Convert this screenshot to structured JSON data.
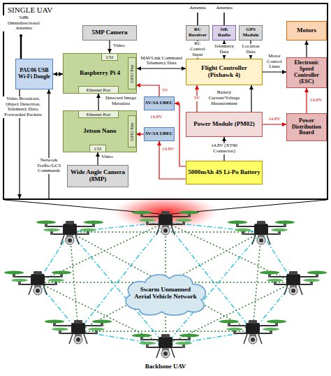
{
  "diagram": {
    "nodes": [
      {
        "text": [
          "SINGLE UAV"
        ]
      },
      {
        "text": [
          "5MP Camera"
        ],
        "in": 0
      },
      {
        "text": [
          "PAU06 USB Wi-Fi Dongle"
        ],
        "in": 0
      },
      {
        "text": [
          "Raspberry Pi 4"
        ],
        "in": 0
      },
      {
        "text": [
          "CSI"
        ],
        "in": 3
      },
      {
        "text": [
          "Ethernet Port"
        ],
        "in": 3
      },
      {
        "text": [
          "GPIO Pins"
        ],
        "in": 3
      },
      {
        "text": [
          "Jetson Nano"
        ],
        "in": 0
      },
      {
        "text": [
          "Ethernet Port"
        ],
        "in": 7
      },
      {
        "text": [
          "CSI"
        ],
        "in": 7
      },
      {
        "text": [
          "GPIO Pins"
        ],
        "in": 7
      },
      {
        "text": [
          "Wide Angle Camera (8MP)"
        ],
        "in": 0
      },
      {
        "text": [
          "5V/3A UBEC"
        ],
        "in": 0
      },
      {
        "text": [
          "5V/3A UBEC"
        ],
        "in": 0
      },
      {
        "text": [
          "RC Receiver"
        ],
        "in": 0
      },
      {
        "text": [
          "SiK Radio"
        ],
        "in": 0
      },
      {
        "text": [
          "GPS Module"
        ],
        "in": 0
      },
      {
        "text": [
          "Flight Controller (Pixhawk 4)"
        ],
        "in": 0
      },
      {
        "text": [
          "Motors"
        ],
        "in": 0
      },
      {
        "text": [
          "Electronic Speed Controller (ESC)"
        ],
        "in": 0
      },
      {
        "text": [
          "Power Distribution Board"
        ],
        "in": 0
      },
      {
        "text": [
          "Power Module (PM02)"
        ],
        "in": 0
      },
      {
        "text": [
          "5000mAh 4S Li-Po Battery"
        ],
        "in": 0
      },
      {
        "text": [
          "Swarm Unmanned Aerial Vehicle Network"
        ]
      }
    ],
    "edges": [
      {
        "from": 1,
        "to": 4,
        "label": "Video",
        "arrow": "to"
      },
      {
        "from": 11,
        "to": 9,
        "label": "Video",
        "arrow": "to"
      },
      {
        "from": 8,
        "to": 5,
        "label": "Detected Image Metadata",
        "arrow": "to"
      },
      {
        "from": 2,
        "to": 3,
        "arrow": "both"
      },
      {
        "from": 3,
        "to": 17,
        "label": "MAVLink Command Telemetry Data",
        "arrow": "both"
      },
      {
        "from": 14,
        "to": 17,
        "label": "RC Control Input",
        "arrow": "to"
      },
      {
        "from": 15,
        "to": 17,
        "label": "Telemetry Data",
        "arrow": "both"
      },
      {
        "from": 16,
        "to": 17,
        "label": "Location Data",
        "arrow": "to"
      },
      {
        "from": 17,
        "to": 19,
        "label": "Motor Control Lines",
        "arrow": "to"
      },
      {
        "from": 19,
        "to": 18,
        "arrow": "to"
      },
      {
        "from": 20,
        "to": 19,
        "label": "14.8V",
        "arrow": "to"
      },
      {
        "from": 21,
        "to": 20,
        "label": "14.8V",
        "arrow": "to"
      },
      {
        "from": 21,
        "to": 17,
        "label": "5V",
        "arrow": "to"
      },
      {
        "from": 21,
        "to": 17,
        "label": "Battery Current/Voltage Measurement",
        "arrow": "to"
      },
      {
        "from": 22,
        "to": 21,
        "label": "14.8V (XT90 Connector)",
        "arrow": "to"
      },
      {
        "from": 22,
        "to": 12,
        "label": "14.8V",
        "arrow": "to"
      },
      {
        "from": 22,
        "to": 13,
        "label": "14.8V",
        "arrow": "to"
      },
      {
        "from": 12,
        "to": 6,
        "label": "5V",
        "arrow": "to"
      },
      {
        "from": 13,
        "to": 10,
        "arrow": "to"
      }
    ],
    "labels": [
      "5dBi Omnidirectional Antenna",
      "Antenna",
      "Antenna",
      "Video Broadcast, Object Detection, Telemetry Data, Forwarded Packets",
      "Network Traffic/GCS Commands",
      "Backbone UAV"
    ]
  }
}
